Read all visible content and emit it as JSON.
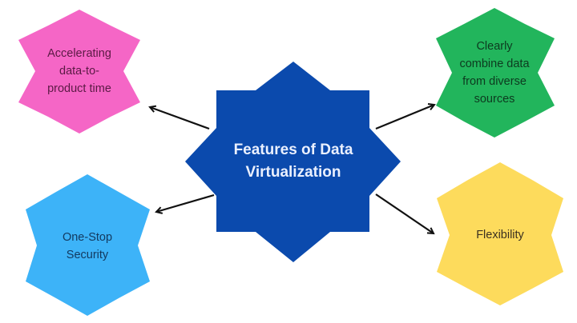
{
  "diagram": {
    "central": {
      "lines": [
        "Features of Data",
        "Virtualization"
      ],
      "shape": "8-point-star",
      "color": "#0b4aad",
      "text_color": "#eaf0ff"
    },
    "nodes": [
      {
        "id": "accelerating",
        "lines": [
          "Accelerating",
          "data-to-",
          "product time"
        ],
        "shape": "6-point-star",
        "color": "#f566c6",
        "text_color": "#5a1a44",
        "position": "top-left"
      },
      {
        "id": "combine",
        "lines": [
          "Clearly",
          "combine data",
          "from diverse",
          "sources"
        ],
        "shape": "6-point-star",
        "color": "#22b55c",
        "text_color": "#0d3a1f",
        "position": "top-right"
      },
      {
        "id": "security",
        "lines": [
          "One-Stop",
          "Security"
        ],
        "shape": "6-point-star",
        "color": "#3db3f8",
        "text_color": "#133a60",
        "position": "bottom-left"
      },
      {
        "id": "flexibility",
        "lines": [
          "Flexibility"
        ],
        "shape": "6-point-star",
        "color": "#fddb5c",
        "text_color": "#3a3020",
        "position": "bottom-right"
      }
    ],
    "arrows": [
      {
        "from": "central",
        "to": "accelerating"
      },
      {
        "from": "central",
        "to": "combine"
      },
      {
        "from": "central",
        "to": "security"
      },
      {
        "from": "central",
        "to": "flexibility"
      }
    ]
  }
}
